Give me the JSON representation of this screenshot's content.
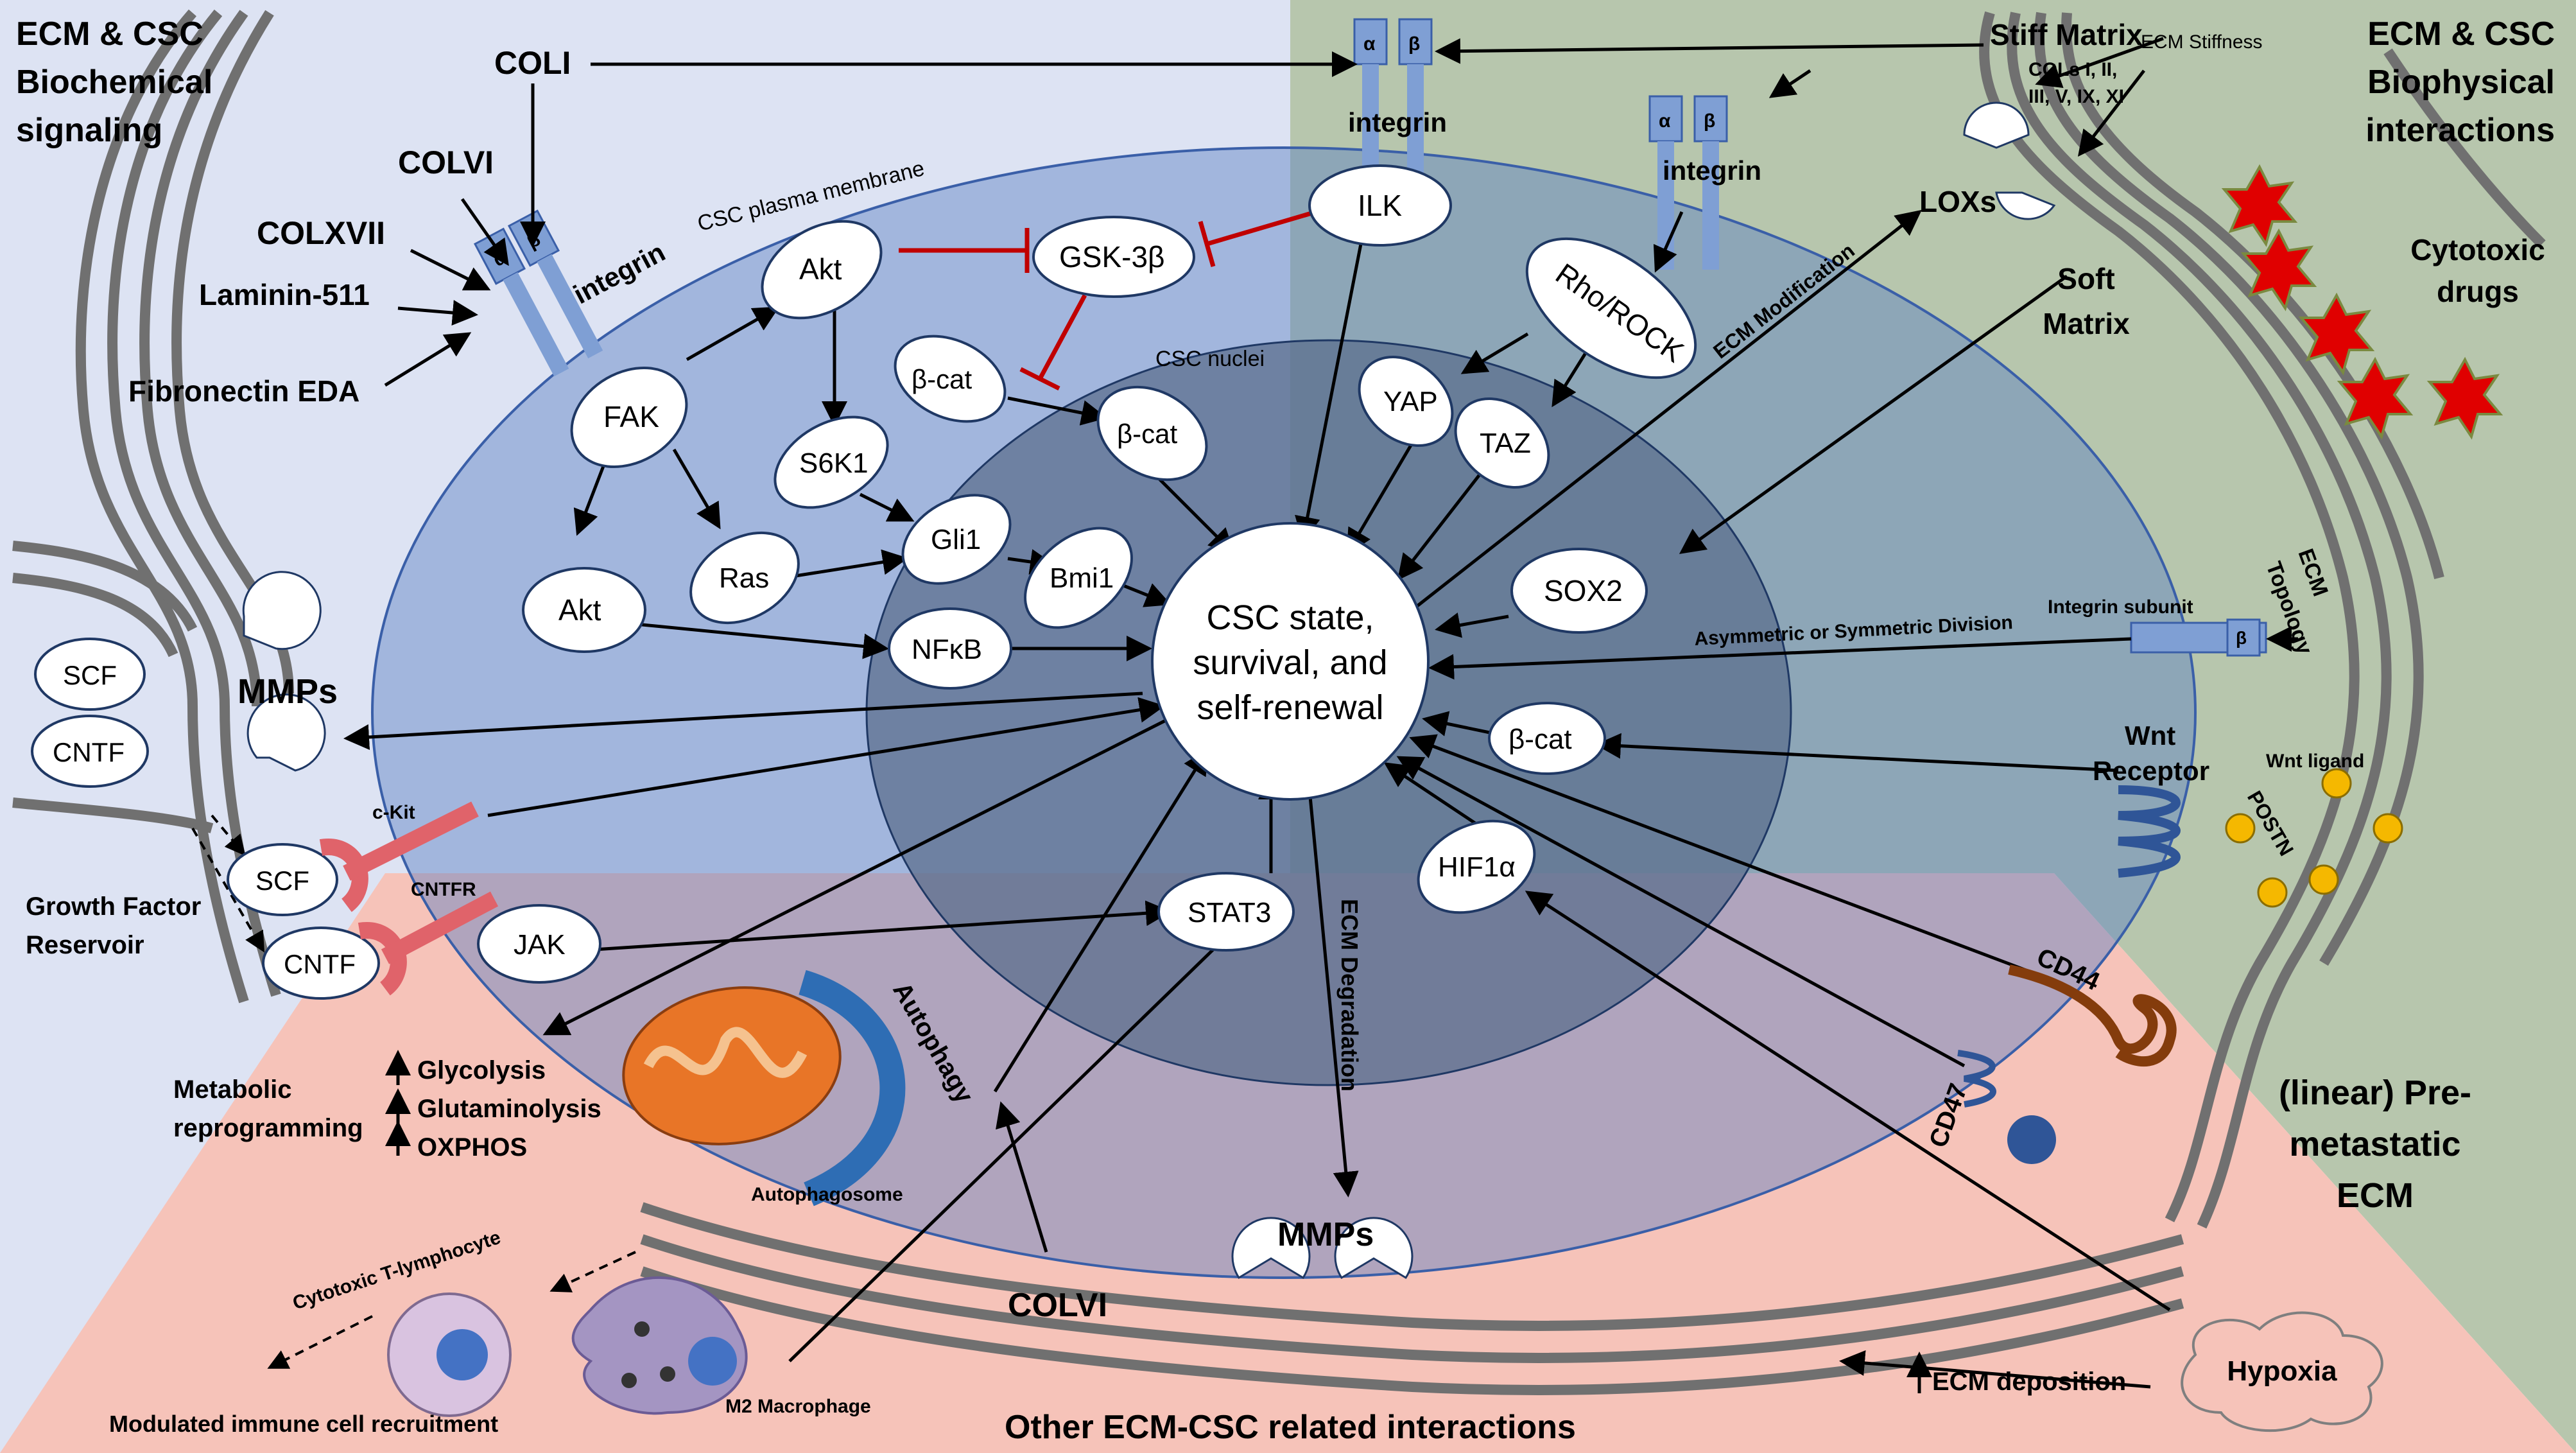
{
  "regions": {
    "top_left_title": "ECM & CSC\nBiochemical\nsignaling",
    "top_right_title": "ECM & CSC\nBiophysical\ninteractions",
    "bottom_title": "Other ECM-CSC related interactions",
    "right_bottom_title": "(linear) Pre-\nmetastatic\nECM"
  },
  "cell": {
    "membrane_label": "CSC plasma membrane",
    "nuclei_label": "CSC nuclei",
    "center": "CSC state,\nsurvival, and\nself-renewal"
  },
  "left_ligands": {
    "coli": "COLI",
    "colvi": "COLVI",
    "colxvii": "COLXVII",
    "laminin": "Laminin-511",
    "fibronectin": "Fibronectin EDA"
  },
  "integrin": {
    "label": "integrin",
    "alpha": "α",
    "beta": "β"
  },
  "nodes": {
    "fak": "FAK",
    "akt_top": "Akt",
    "akt_low": "Akt",
    "ras": "Ras",
    "s6k1": "S6K1",
    "gsk3b": "GSK-3β",
    "ilk": "ILK",
    "bcat_left": "β-cat",
    "bcat_right": "β-cat",
    "bcat_low": "β-cat",
    "gli1": "Gli1",
    "bmi1": "Bmi1",
    "nfkb": "NFκB",
    "yap": "YAP",
    "taz": "TAZ",
    "rho": "Rho/ROCK",
    "sox2": "SOX2",
    "stat3": "STAT3",
    "hif1a": "HIF1α",
    "jak": "JAK",
    "scf_top": "SCF",
    "cntf_top": "CNTF",
    "scf_low": "SCF",
    "cntf_low": "CNTF"
  },
  "right_labels": {
    "stiff": "Stiff Matrix",
    "cols": "COLs I, II,\nIII, V, IX, XI",
    "ecm_stiff": "ECM Stiffness",
    "loxs": "LOXs",
    "cytotoxic": "Cytotoxic\ndrugs",
    "soft": "Soft\nMatrix",
    "ecm_mod": "ECM Modification",
    "asym": "Asymmetric or Symmetric Division",
    "int_sub": "Integrin subunit",
    "ecm_topo": "ECM\nTopology",
    "wnt_rec": "Wnt\nReceptor",
    "wnt_lig": "Wnt ligand",
    "postn": "POSTN",
    "cd44": "CD44",
    "cd47": "CD47"
  },
  "left_labels": {
    "mmps": "MMPs",
    "ckit": "c-Kit",
    "cntfr": "CNTFR",
    "gf_res": "Growth Factor\nReservoir",
    "metab": "Metabolic\nreprogramming",
    "glyco": "Glycolysis",
    "glut": "Glutaminolysis",
    "oxphos": "OXPHOS"
  },
  "bottom_labels": {
    "autophagy": "Autophagy",
    "autophagosome": "Autophagosome",
    "ecm_deg": "ECM Degradation",
    "mmps": "MMPs",
    "colvi": "COLVI",
    "tcell": "Cytotoxic T-lymphocyte",
    "immune": "Modulated immune cell recruitment",
    "m2": "M2 Macrophage",
    "ecm_dep": "ECM deposition",
    "hypoxia": "Hypoxia"
  },
  "colors": {
    "bg_left": "#dde3f3",
    "bg_right": "#b7c6ad",
    "bg_bottom": "#f6c3b9",
    "cell": "#5b7fc4",
    "nucleus": "#5c6f8e",
    "inhibit": "#c00000",
    "receptor": "#e0636a",
    "mito": "#e87527"
  }
}
